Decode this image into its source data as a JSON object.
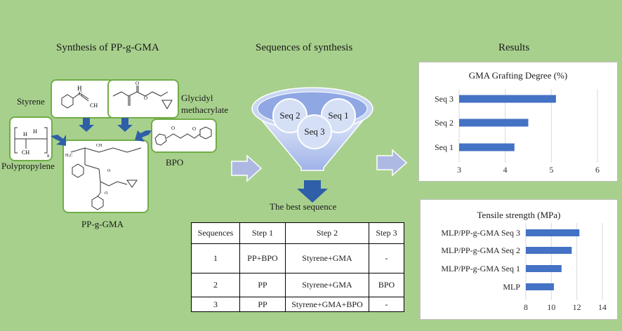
{
  "titles": {
    "synthesis": "Synthesis of PP-g-GMA",
    "sequences": "Sequences of synthesis",
    "results": "Results"
  },
  "molecules": {
    "styrene": "Styrene",
    "gma_line1": "Glycidyl",
    "gma_line2": "methacrylate",
    "polypropylene": "Polypropylene",
    "bpo": "BPO",
    "product": "PP-g-GMA"
  },
  "funnel": {
    "seq1": "Seq 1",
    "seq2": "Seq 2",
    "seq3": "Seq 3",
    "best": "The best sequence"
  },
  "table": {
    "headers": [
      "Sequences",
      "Step 1",
      "Step 2",
      "Step 3"
    ],
    "rows": [
      [
        "1",
        "PP+BPO",
        "Styrene+GMA",
        "-"
      ],
      [
        "2",
        "PP",
        "Styrene+GMA",
        "BPO"
      ],
      [
        "3",
        "PP",
        "Styrene+GMA+BPO",
        "-"
      ]
    ]
  },
  "colors": {
    "background": "#a8d08d",
    "border": "#70ad47",
    "arrow": "#2e5fa8",
    "bar": "#4472c4",
    "big_arrow": "#adb9e3"
  },
  "chart_data": [
    {
      "type": "bar",
      "title": "GMA Grafting Degree (%)",
      "categories": [
        "Seq 3",
        "Seq 2",
        "Seq 1"
      ],
      "values": [
        5.1,
        4.5,
        4.2
      ],
      "xlim": [
        3,
        6
      ],
      "xticks": [
        "3",
        "4",
        "5",
        "6"
      ],
      "grid": true
    },
    {
      "type": "bar",
      "title": "Tensile strength (MPa)",
      "categories": [
        "MLP/PP-g-GMA Seq 3",
        "MLP/PP-g-GMA Seq 2",
        "MLP/PP-g-GMA Seq 1",
        "MLP"
      ],
      "values": [
        12.2,
        11.6,
        10.8,
        10.2
      ],
      "xlim": [
        8,
        14
      ],
      "xticks": [
        "8",
        "10",
        "12",
        "14"
      ],
      "grid": true
    }
  ]
}
